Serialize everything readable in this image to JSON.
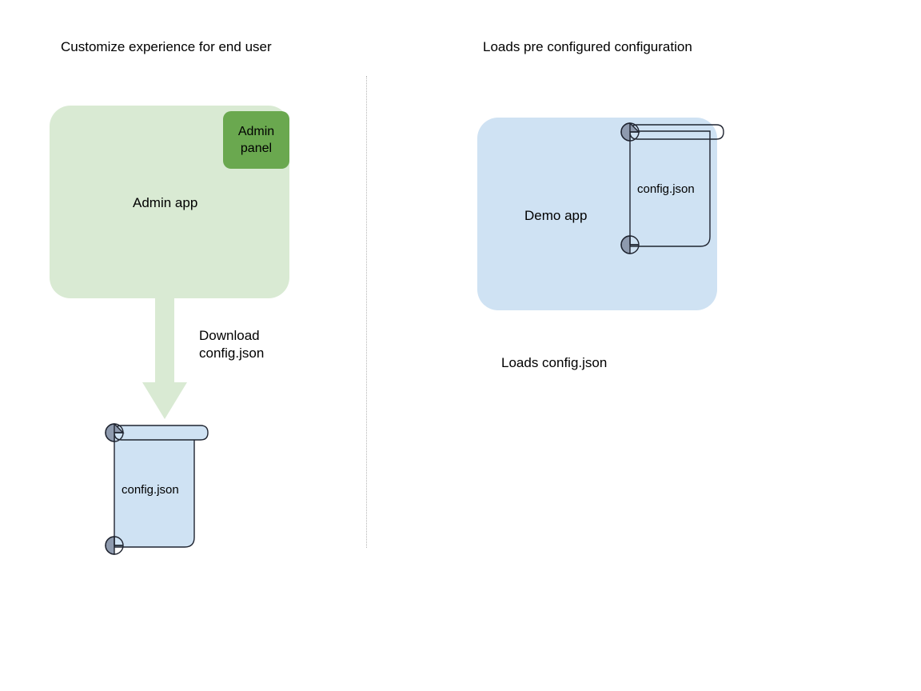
{
  "columns": {
    "left": {
      "heading": "Customize experience for end user",
      "app_label": "Admin app",
      "panel_label": "Admin\npanel",
      "arrow_label": "Download\nconfig.json",
      "file_label": "config.json"
    },
    "right": {
      "heading": "Loads pre configured configuration",
      "app_label": "Demo app",
      "file_label": "config.json",
      "caption": "Loads config.json"
    }
  },
  "colors": {
    "admin_app_fill": "#d9ead3",
    "admin_panel_fill": "#6aa84f",
    "demo_app_fill": "#cfe2f3",
    "scroll_fill": "#cfe2f3",
    "scroll_stroke": "#1f2430",
    "scroll_roll_fill": "#8e9aae",
    "arrow_fill": "#d9ead3",
    "divider": "#b7b7b7",
    "text": "#000000"
  },
  "icons": {
    "arrow": "down-arrow-icon",
    "file": "scroll-document-icon",
    "divider": "vertical-dotted-divider"
  }
}
